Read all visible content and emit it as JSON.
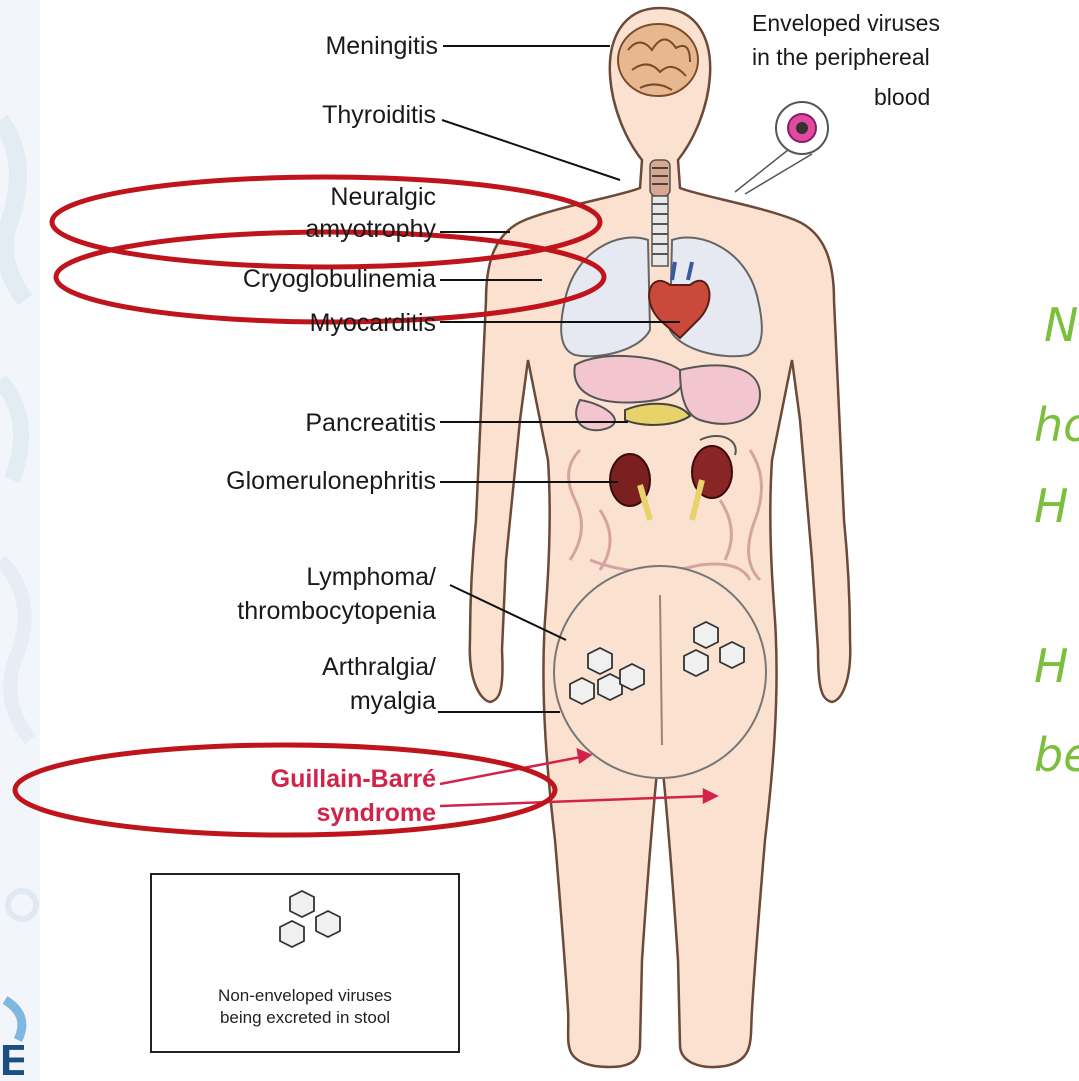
{
  "labels": {
    "meningitis": "Meningitis",
    "thyroiditis": "Thyroiditis",
    "neuralgic_1": "Neuralgic",
    "neuralgic_2": "amyotrophy",
    "cryoglobulinemia": "Cryoglobulinemia",
    "myocarditis": "Myocarditis",
    "pancreatitis": "Pancreatitis",
    "glomerulonephritis": "Glomerulonephritis",
    "lymphoma_1": "Lymphoma/",
    "lymphoma_2": "thrombocytopenia",
    "arthralgia_1": "Arthralgia/",
    "arthralgia_2": "myalgia",
    "guillain_1": "Guillain-Barré",
    "guillain_2": "syndrome"
  },
  "enveloped": {
    "line1": "Enveloped viruses",
    "line2": "in the periphereal",
    "line3": "blood"
  },
  "legend": {
    "line1": "Non-enveloped viruses",
    "line2": "being excreted in stool"
  },
  "side_text": {
    "line1": "N",
    "line2": "ho",
    "line3": "H",
    "line4": "H",
    "line5": "be"
  },
  "logo_letter": "E",
  "colors": {
    "skin": "#fbe1d0",
    "highlight_ellipse": "#c0141c",
    "guillain_text": "#d2234a",
    "side_text": "#7cbf3c"
  }
}
